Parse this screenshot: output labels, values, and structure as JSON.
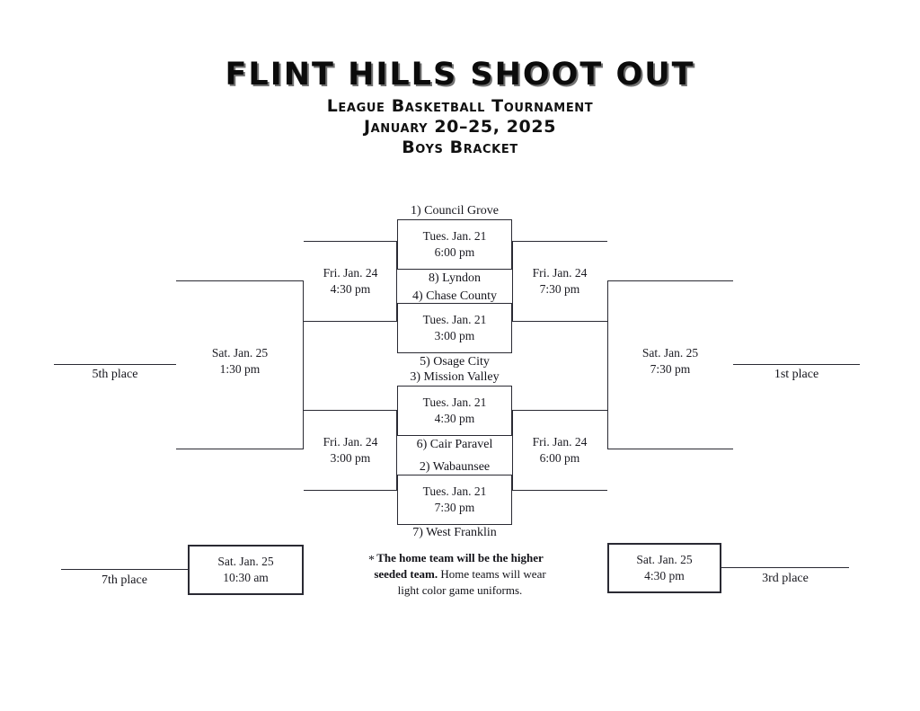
{
  "header": {
    "title": "FLINT HILLS SHOOT OUT",
    "subtitle_1": "League Basketball Tournament",
    "subtitle_2": "January 20–25, 2025",
    "subtitle_3": "Boys Bracket"
  },
  "bracket": {
    "type": "single-elimination-8-team-with-consolation",
    "round1": [
      {
        "id": "r1-g1",
        "top_seed": "1) Council Grove",
        "bottom_seed": "8) Lyndon",
        "date": "Tues. Jan. 21",
        "time": "6:00 pm"
      },
      {
        "id": "r1-g2",
        "top_seed": "4) Chase County",
        "bottom_seed": "5) Osage City",
        "date": "Tues. Jan. 21",
        "time": "3:00 pm"
      },
      {
        "id": "r1-g3",
        "top_seed": "3) Mission Valley",
        "bottom_seed": "6) Cair Paravel",
        "date": "Tues. Jan. 21",
        "time": "4:30 pm"
      },
      {
        "id": "r1-g4",
        "top_seed": "2) Wabaunsee",
        "bottom_seed": "7) West Franklin",
        "date": "Tues. Jan. 21",
        "time": "7:30 pm"
      }
    ],
    "winners_semis": [
      {
        "id": "ws-top",
        "date": "Fri. Jan. 24",
        "time": "7:30 pm"
      },
      {
        "id": "ws-bottom",
        "date": "Fri. Jan. 24",
        "time": "6:00 pm"
      }
    ],
    "consolation_semis": [
      {
        "id": "cs-top",
        "date": "Fri. Jan. 24",
        "time": "4:30 pm"
      },
      {
        "id": "cs-bottom",
        "date": "Fri. Jan. 24",
        "time": "3:00 pm"
      }
    ],
    "championship": {
      "id": "final-1st",
      "date": "Sat. Jan. 25",
      "time": "7:30 pm",
      "place_label": "1st place"
    },
    "fifth_place_final": {
      "id": "final-5th",
      "date": "Sat. Jan. 25",
      "time": "1:30 pm",
      "place_label": "5th place"
    },
    "third_place_game": {
      "id": "final-3rd",
      "date": "Sat. Jan. 25",
      "time": "4:30 pm",
      "place_label": "3rd place"
    },
    "seventh_place_game": {
      "id": "final-7th",
      "date": "Sat. Jan. 25",
      "time": "10:30 am",
      "place_label": "7th place"
    }
  },
  "footnote": {
    "marker": "*",
    "bold_text": "The home team will be the higher seeded team.",
    "body_text": " Home teams will wear light color game uniforms."
  },
  "colors": {
    "line": "#2a2a33",
    "text": "#15151c",
    "background": "#ffffff"
  }
}
